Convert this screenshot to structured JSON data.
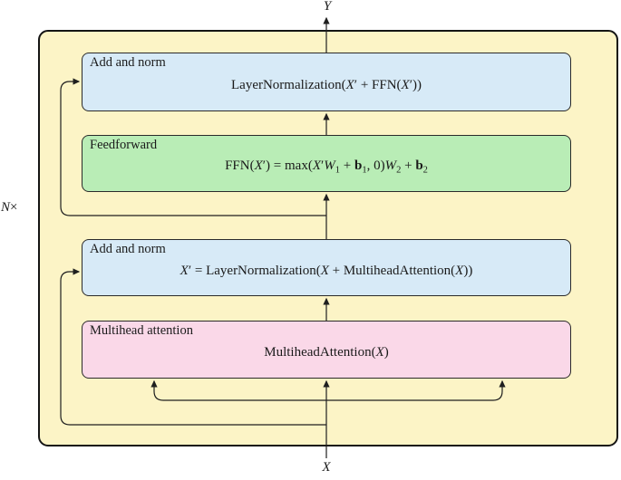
{
  "diagram": {
    "type": "transformer-encoder-block",
    "repeat_label": [
      {
        "t": "N",
        "i": true
      },
      {
        "t": "×"
      }
    ],
    "output_label": "Y",
    "input_label": "X",
    "colors": {
      "container_fill": "#FCF4C6",
      "container_border": "#141414",
      "block_border": "#2a2a2a",
      "line": "#1f1f1f",
      "add_norm_fill": "#D7EAF7",
      "feedforward_fill": "#B9EDB6",
      "attention_fill": "#FAD8E8"
    },
    "blocks": [
      {
        "id": "add-and-norm-top",
        "title": "Add and norm",
        "fill": "#D7EAF7",
        "formula": [
          {
            "t": "LayerNormalization("
          },
          {
            "t": "X",
            "i": true
          },
          {
            "t": "′"
          },
          {
            "t": " + FFN("
          },
          {
            "t": "X",
            "i": true
          },
          {
            "t": "′"
          },
          {
            "t": "))"
          }
        ]
      },
      {
        "id": "feedforward",
        "title": "Feedforward",
        "fill": "#B9EDB6",
        "formula": [
          {
            "t": "FFN("
          },
          {
            "t": "X",
            "i": true
          },
          {
            "t": "′"
          },
          {
            "t": ") = max("
          },
          {
            "t": "X",
            "i": true
          },
          {
            "t": "′"
          },
          {
            "t": "W",
            "i": true
          },
          {
            "t": "1",
            "sub": true
          },
          {
            "t": " + "
          },
          {
            "t": "b",
            "b": true
          },
          {
            "t": "1",
            "sub": true
          },
          {
            "t": ", 0)"
          },
          {
            "t": "W",
            "i": true
          },
          {
            "t": "2",
            "sub": true
          },
          {
            "t": " + "
          },
          {
            "t": "b",
            "b": true
          },
          {
            "t": "2",
            "sub": true
          }
        ]
      },
      {
        "id": "add-and-norm-bottom",
        "title": "Add and norm",
        "fill": "#D7EAF7",
        "formula": [
          {
            "t": "X",
            "i": true
          },
          {
            "t": "′"
          },
          {
            "t": " = LayerNormalization("
          },
          {
            "t": "X",
            "i": true
          },
          {
            "t": " + MultiheadAttention("
          },
          {
            "t": "X",
            "i": true
          },
          {
            "t": "))"
          }
        ]
      },
      {
        "id": "multihead-attention",
        "title": "Multihead attention",
        "fill": "#FAD8E8",
        "formula": [
          {
            "t": "MultiheadAttention("
          },
          {
            "t": "X",
            "i": true
          },
          {
            "t": ")"
          }
        ]
      }
    ]
  }
}
